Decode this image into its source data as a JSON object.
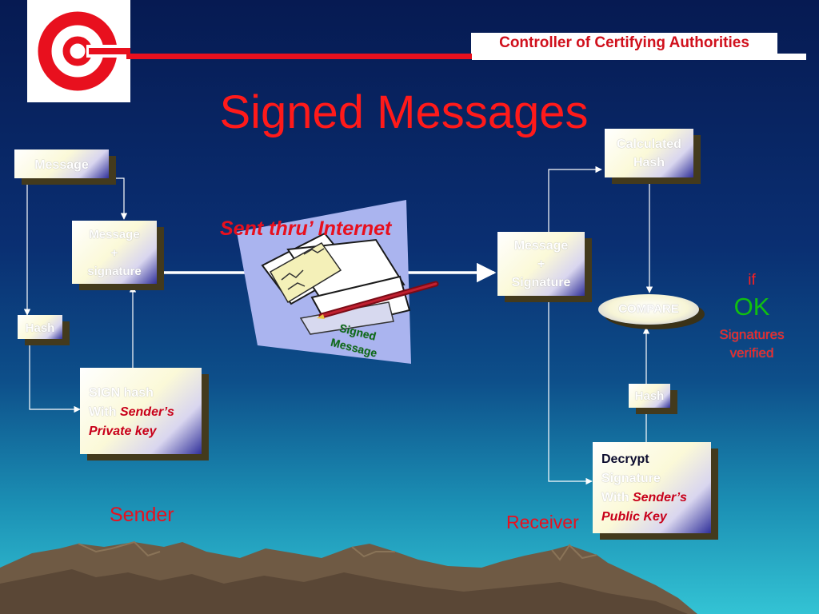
{
  "header": {
    "org_title": "Controller of Certifying Authorities"
  },
  "slide": {
    "title": "Signed Messages"
  },
  "sender_side": {
    "message_label": "Message",
    "message_signature": [
      "Message",
      "+",
      "signature"
    ],
    "hash_label": "Hash",
    "sign_box": {
      "line1": "SIGN hash",
      "line2_prefix": "With ",
      "line2_emph": "Sender’s",
      "line3_emph": "Private key"
    },
    "caption": "Sender"
  },
  "transit": {
    "caption": "Sent thru’ Internet",
    "image_label": [
      "Signed",
      "Message"
    ]
  },
  "receiver_side": {
    "message_signature": [
      "Message",
      "+",
      "Signature"
    ],
    "calculated_hash": [
      "Calculated",
      "Hash"
    ],
    "compare_label": "COMPARE",
    "hash_label": "Hash",
    "decrypt_box": {
      "line1": "Decrypt",
      "line2": "Signature",
      "line3_prefix": "With ",
      "line3_emph": "Sender’s",
      "line4_emph": "Public Key"
    },
    "caption": "Receiver"
  },
  "result": {
    "if_text": "if",
    "ok_text": "OK",
    "verified_lines": [
      "Signatures",
      "verified"
    ]
  },
  "colors": {
    "accent_red": "#e8101e",
    "ok_green": "#10c010",
    "box_shadow": "#433a1d",
    "bg_top": "#061a52",
    "bg_bottom": "#33c3d4"
  },
  "icons": {
    "logo": "cca-logo-icon",
    "document": "signed-document-icon",
    "pen": "quill-pen-icon"
  }
}
